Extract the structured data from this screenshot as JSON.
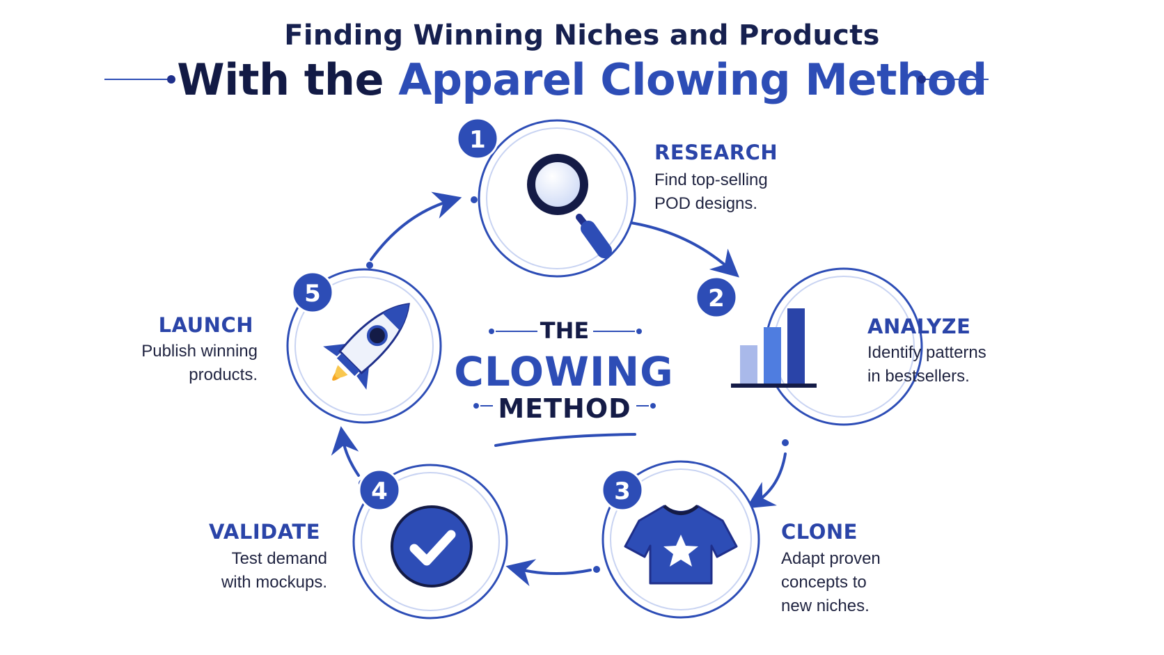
{
  "header": {
    "line1": "Finding Winning Niches and Products",
    "line2_prefix": "With the ",
    "line2_accent": "Apparel Clowing Method"
  },
  "center": {
    "the": "THE",
    "clowing": "CLOWING",
    "method": "METHOD"
  },
  "steps": [
    {
      "number": "1",
      "title": "RESEARCH",
      "desc_line1": "Find top-selling",
      "desc_line2": "POD designs.",
      "desc_line3": "",
      "icon": "magnifier-icon"
    },
    {
      "number": "2",
      "title": "ANALYZE",
      "desc_line1": "Identify patterns",
      "desc_line2": "in bestsellers.",
      "desc_line3": "",
      "icon": "bar-chart-icon"
    },
    {
      "number": "3",
      "title": "CLONE",
      "desc_line1": "Adapt proven",
      "desc_line2": "concepts to",
      "desc_line3": "new niches.",
      "icon": "tshirt-icon"
    },
    {
      "number": "4",
      "title": "VALIDATE",
      "desc_line1": "Test demand",
      "desc_line2": "with mockups.",
      "desc_line3": "",
      "icon": "checkmark-icon"
    },
    {
      "number": "5",
      "title": "LAUNCH",
      "desc_line1": "Publish winning",
      "desc_line2": "products.",
      "desc_line3": "",
      "icon": "rocket-icon"
    }
  ],
  "colors": {
    "primary": "#2d4db6",
    "dark_navy": "#141b46",
    "light_blue": "#a9b9ea",
    "mid_blue": "#4f7de0",
    "flame_orange": "#f6a623"
  }
}
